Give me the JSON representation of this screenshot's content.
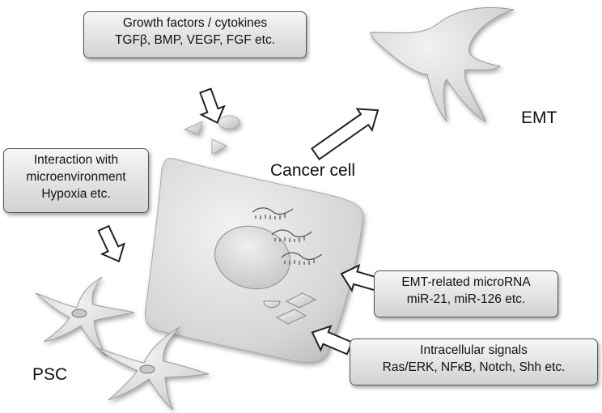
{
  "boxes": {
    "growth": {
      "line1": "Growth factors / cytokines",
      "line2": "TGFβ, BMP, VEGF, FGF etc."
    },
    "interaction": {
      "line1": "Interaction with",
      "line2": "microenvironment",
      "line3": "Hypoxia etc."
    },
    "microrna": {
      "line1": "EMT-related microRNA",
      "line2": "miR-21, miR-126 etc."
    },
    "signals": {
      "line1": "Intracellular signals",
      "line2": "Ras/ERK, NFκB, Notch, Shh etc."
    }
  },
  "labels": {
    "emt": "EMT",
    "cancer_cell": "Cancer cell",
    "psc": "PSC"
  },
  "colors": {
    "box_border": "#555555",
    "cell_fill": "#d9d9d9",
    "arrow_fill": "#ffffff",
    "arrow_stroke": "#222222"
  }
}
